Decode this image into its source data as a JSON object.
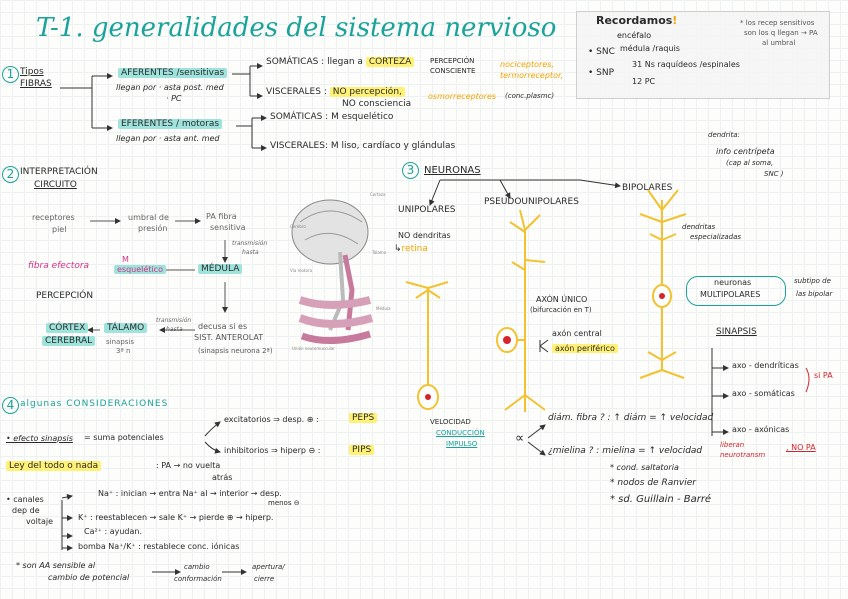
{
  "title": "T-1. generalidades del sistema nervioso",
  "recordamos": {
    "heading": "Recordamos",
    "bang": "!",
    "encefalo": "encéfalo",
    "snc": "• SNC",
    "medula": "médula /raquis",
    "snp": "• SNP",
    "n31": "31 Ns raquídeos /espinales",
    "n12": "12 PC",
    "note1": "* los recep sensitivos",
    "note2": "son los q llegan → PA",
    "note3": "al umbral"
  },
  "s1": {
    "num": "1",
    "tipos1": "Tipos",
    "tipos2": "FIBRAS",
    "aferentes": "AFERENTES /sensitivas",
    "aferentes_sub1": "llegan por · asta post. med",
    "aferentes_sub2": "· PC",
    "eferentes": "EFERENTES / motoras",
    "eferentes_sub": "llegan por · asta ant. med",
    "som_a1": "SOMÁTICAS : llegan a",
    "corteza": "CORTEZA",
    "som_a2": "PERCEPCIÓN",
    "som_a3": "CONSCIENTE",
    "noci1": "nociceptores,",
    "noci2": "termorreceptor,",
    "visc_a1": "VISCERALES :",
    "no_perc": "NO percepción,",
    "no_cons": "NO consciencia",
    "osmo": "osmorreceptores",
    "conc": "(conc.plasmc)",
    "som_e": "SOMÁTICAS : M esquelético",
    "visc_e": "VISCERALES: M liso, cardíaco y glándulas"
  },
  "s2": {
    "num": "2",
    "title1": "INTERPRETACIÓN",
    "title2": "CIRCUITO",
    "receptores": "receptores",
    "piel": "piel",
    "umbral1": "umbral de",
    "umbral2": "presión",
    "pa1": "PA fibra",
    "pa2": "sensitiva",
    "trans1": "transmisión",
    "trans2": "hasta",
    "medula": "MÉDULA",
    "fibra_ef": "fibra efectora",
    "m_esq1": "M",
    "m_esq2": "esquelético",
    "percepcion": "PERCEPCIÓN",
    "transmite1": "transmisión",
    "transmite2": "hasta",
    "decusa1": "decusa si es",
    "decusa2": "SIST. ANTEROLAT",
    "decusa3": "(sinapsis neurona 2ª)",
    "corteza1": "CÓRTEX",
    "corteza2": "CEREBRAL",
    "talamo": "TÁLAMO",
    "sinapsis1": "sinapsis",
    "sinapsis2": "3ª n"
  },
  "s3": {
    "num": "3",
    "title": "NEURONAS",
    "unipolares": "UNIPOLARES",
    "no_dend": "NO dendritas",
    "retina_arrow": "↳",
    "retina": "retina",
    "pseudo": "PSEUDOUNIPOLARES",
    "axon1": "AXÓN ÚNICO",
    "axon2": "(bifurcación en T)",
    "axon_central": "axón central",
    "axon_perif": "axón periférico",
    "bipolares": "BIPOLARES",
    "dend1": "dendritas",
    "dend2": "especializadas",
    "dendrita_top1": "dendrita:",
    "dendrita_top2": "info centrípeta",
    "dendrita_top3": "(cap al soma,",
    "dendrita_top4": "SNC )",
    "multi1": "neuronas",
    "multi2": "MULTIPOLARES",
    "subtipo1": "subtipo de",
    "subtipo2": "las bipolar",
    "sinapsis": "SINAPSIS",
    "axo_dend": "axo - dendríticas",
    "axo_som": "axo - somáticas",
    "si_pa": "si PA",
    "axo_axo": "axo - axónicas",
    "liberan1": "liberan",
    "liberan2": "neurotransm",
    "no_pa": ", NO PA",
    "velocidad1": "VELOCIDAD",
    "velocidad2": "CONDUCCIÓN",
    "velocidad3": "IMPULSO",
    "prop": "∝",
    "diam": "diám. fibra ? : ↑ diám = ↑ velocidad",
    "mielina": "¿mielina ? : mielina = ↑ velocidad",
    "b1": "* cond. saltatoria",
    "b2": "* nodos de Ranvier",
    "b3": "* sd. Guillain - Barré"
  },
  "s4": {
    "num": "4",
    "title": "algunas CONSIDERACIONES",
    "efecto1": "• efecto sinapsis",
    "efecto2": "= suma potenciales",
    "excit": "excitatorios ⇒ desp. ⊕ :",
    "peps": "PEPS",
    "inhib": "inhibitorios ⇒ hiperp ⊖ :",
    "pips": "PIPS",
    "ley": "Ley del todo o nada",
    "ley2": ": PA → no vuelta",
    "atras": "atrás",
    "canales1": "• canales",
    "canales2": "dep de",
    "canales3": "voltaje",
    "na": "Na⁺ : inician → entra Na⁺ al → interior → desp.",
    "menos": "menos ⊖",
    "k": "K⁺ : reestablecen → sale K⁺ → pierde ⊕ → hiperp.",
    "ca": "Ca²⁺ : ayudan.",
    "bomba": "bomba Na⁺/K⁺ : restablece conc. iónicas",
    "note1": "* son AA sensible al",
    "note2": "cambio de potencial",
    "cambio1": "cambio",
    "cambio2": "conformación",
    "apertura1": "apertura/",
    "apertura2": "cierre"
  },
  "colors": {
    "teal": "#1aa39a",
    "pink": "#d63384",
    "orange": "#f0a500",
    "red": "#d6242c",
    "neuron": "#f2c230"
  }
}
